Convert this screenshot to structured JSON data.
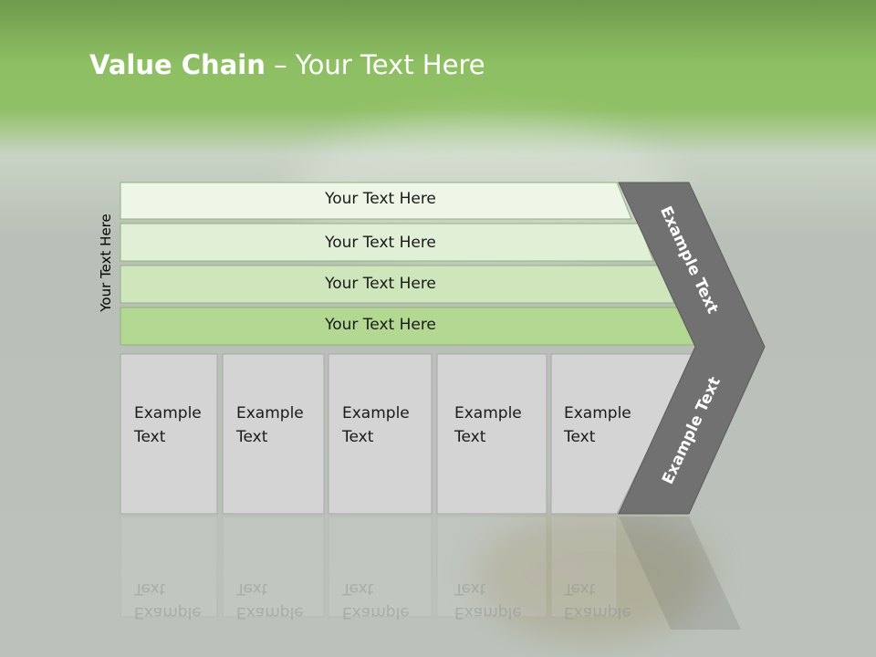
{
  "title": {
    "bold": "Value Chain",
    "rest": " – Your Text Here"
  },
  "side_label": "Your Text Here",
  "bars": [
    "Your Text Here",
    "Your Text Here",
    "Your Text Here",
    "Your Text Here"
  ],
  "cells": [
    {
      "line1": "Example",
      "line2": "Text"
    },
    {
      "line1": "Example",
      "line2": "Text"
    },
    {
      "line1": "Example",
      "line2": "Text"
    },
    {
      "line1": "Example",
      "line2": "Text"
    },
    {
      "line1": "Example",
      "line2": "Text"
    }
  ],
  "chevron": {
    "upper": "Example Text",
    "lower": "Example Text"
  },
  "colors": {
    "header_green": "#8ebf63",
    "bar_fills": [
      "#eef6e8",
      "#e1efd6",
      "#cfe6bd",
      "#b2d891"
    ],
    "chevron": "#707070",
    "cell": "#d4d4d4"
  }
}
